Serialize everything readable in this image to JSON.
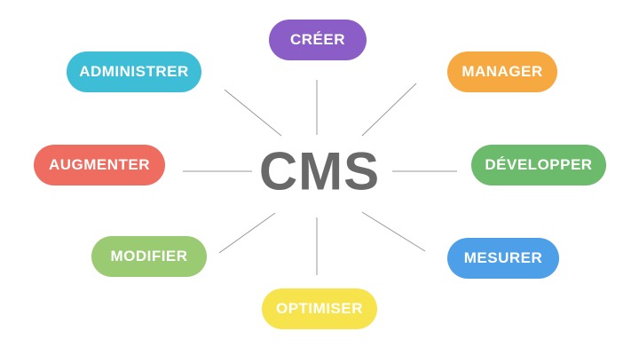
{
  "diagram": {
    "center_label": "CMS",
    "center_color": "#696969",
    "connector_color": "#9a9a9a",
    "label_text_color": "#ffffff",
    "nodes": [
      {
        "id": "creer",
        "label": "CRÉER",
        "color": "#8a5ec6",
        "position": "top"
      },
      {
        "id": "administrer",
        "label": "ADMINISTRER",
        "color": "#3ebdd6",
        "position": "top-left"
      },
      {
        "id": "manager",
        "label": "MANAGER",
        "color": "#f7a941",
        "position": "top-right"
      },
      {
        "id": "augmenter",
        "label": "AUGMENTER",
        "color": "#ee6c60",
        "position": "left"
      },
      {
        "id": "developper",
        "label": "DÉVELOPPER",
        "color": "#6cba6c",
        "position": "right"
      },
      {
        "id": "modifier",
        "label": "MODIFIER",
        "color": "#9aca72",
        "position": "bottom-left"
      },
      {
        "id": "mesurer",
        "label": "MESURER",
        "color": "#4d9fe8",
        "position": "bottom-right"
      },
      {
        "id": "optimiser",
        "label": "OPTIMISER",
        "color": "#f7e34c",
        "position": "bottom"
      }
    ]
  }
}
